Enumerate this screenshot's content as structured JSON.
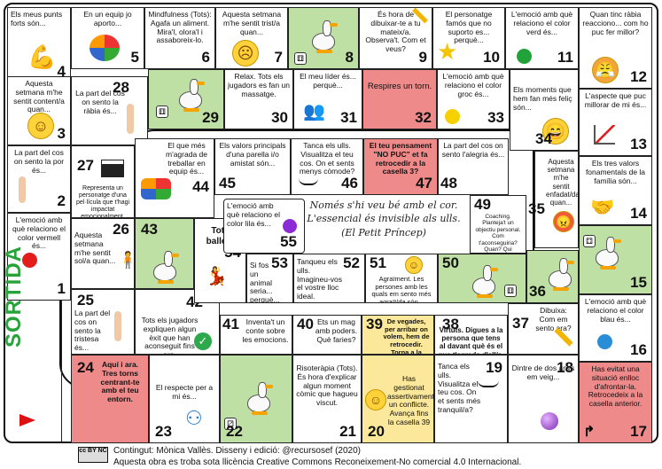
{
  "start_label": "SORTIDA",
  "center_quote": [
    "Només s'hi veu bé amb el cor.",
    "L'essencial és invisible als ulls.",
    "(El Petit Príncep)"
  ],
  "footer": {
    "cc_badge": "cc BY NC",
    "line1": "Contingut: Mònica Vallès. Disseny i edició: @recursosef (2020)",
    "line2": "Aquesta obra es troba sota llicència Creative Commons Reconeixement-No comercial 4.0 Internacional."
  },
  "colors": {
    "green": "#bfe0a4",
    "red": "#ef8a8a",
    "yellow": "#fbe89a",
    "start_green": "#27a33a"
  },
  "cells": {
    "c1": {
      "num": "1",
      "text": "L'emoció amb què relaciono el color vermell és..."
    },
    "c2": {
      "num": "2",
      "text": "La part del cos on sento la por és..."
    },
    "c3": {
      "num": "3",
      "text": "Aquesta setmana m'he sentit content/a quan..."
    },
    "c4": {
      "num": "4",
      "text": "Els meus punts forts són..."
    },
    "c5": {
      "num": "5",
      "text": "En un equip jo aporto..."
    },
    "c6": {
      "num": "6",
      "text": "Mindfulness (Tots): Agafa un aliment. Mira'l, olora'l i assaboreix-lo."
    },
    "c7": {
      "num": "7",
      "text": "Aquesta setmana m'he sentit trist/a quan..."
    },
    "c8": {
      "num": "8",
      "text": ""
    },
    "c9": {
      "num": "9",
      "text": "És hora de dibuixar-te a tu mateix/a. Observa't. Com et veus?"
    },
    "c10": {
      "num": "10",
      "text": "El personatge famós que no suporto es... perquè..."
    },
    "c11": {
      "num": "11",
      "text": "L'emoció amb què relaciono el color verd és..."
    },
    "c12": {
      "num": "12",
      "text": "Quan tinc ràbia reacciono... com ho puc fer millor?"
    },
    "c13": {
      "num": "13",
      "text": "L'aspecte que puc millorar de mi és..."
    },
    "c14": {
      "num": "14",
      "text": "Els tres valors fonamentals de la família són..."
    },
    "c15": {
      "num": "15",
      "text": ""
    },
    "c16": {
      "num": "16",
      "text": "L'emoció amb què relaciono el color blau és..."
    },
    "c17": {
      "num": "17",
      "text": "Has evitat una situació enlloc d'afrontar-la. Retrocedeix a la casella anterior."
    },
    "c18": {
      "num": "18",
      "text": "Dintre de dos anys em veig..."
    },
    "c19": {
      "num": "19",
      "text": "Tanca els ulls. Visualitza el teu cos. On et sents més tranquil/a?"
    },
    "c20": {
      "num": "20",
      "text": "Has gestionat assertivament un conflicte. Avança fins la casella 39"
    },
    "c21": {
      "num": "21",
      "text": "Risoteràpia (Tots). És hora d'explicar algun moment còmic que hagueu viscut."
    },
    "c22": {
      "num": "22",
      "text": ""
    },
    "c23": {
      "num": "23",
      "text": "El respecte per a mi és..."
    },
    "c24": {
      "num": "24",
      "text": "Aquí i ara. Tres torns centrant-te amb el teu entorn."
    },
    "c25": {
      "num": "25",
      "text": "La part del cos on sento la tristesa és..."
    },
    "c26": {
      "num": "26",
      "text": "Aquesta setmana m'he sentit sol/a quan..."
    },
    "c27": {
      "num": "27",
      "text": "Representa un personatge d'una pel·lícula que t'hagi impactat emocionalment."
    },
    "c28": {
      "num": "28",
      "text": "La part del cos on sento la ràbia és..."
    },
    "c29": {
      "num": "29",
      "text": ""
    },
    "c30": {
      "num": "30",
      "text": "Relax. Tots els jugadors es fan un massatge."
    },
    "c31": {
      "num": "31",
      "text": "El meu líder és... perquè..."
    },
    "c32": {
      "num": "32",
      "text": "Respires un torn."
    },
    "c33": {
      "num": "33",
      "text": "L'emoció amb què relaciono el color groc és..."
    },
    "c34": {
      "num": "34",
      "text": "Els moments que hem fan més feliç són..."
    },
    "c35": {
      "num": "35",
      "text": "Aquesta setmana m'he sentit enfadat/da quan..."
    },
    "c36": {
      "num": "36",
      "text": ""
    },
    "c37": {
      "num": "37",
      "text": "Dibuixa: Com em sento ara?"
    },
    "c38": {
      "num": "38",
      "text": "Virtuts. Digues a la persona que tens al davant què és el que t'agrada d'ell/a."
    },
    "c39": {
      "num": "39",
      "text": "De vegades, per arribar on volem, hem de retrocedir. Torna a la casella 20"
    },
    "c40": {
      "num": "40",
      "text": "Ets un mag amb poders. Què faries?"
    },
    "c41": {
      "num": "41",
      "text": "Inventa't un conte sobre les emocions."
    },
    "c42": {
      "num": "42",
      "text": "Tots els jugadors expliquen algun èxit que han aconseguit fins ara."
    },
    "c43": {
      "num": "43",
      "text": ""
    },
    "c44": {
      "num": "44",
      "text": "El que més m'agrada de treballar en equip és..."
    },
    "c45": {
      "num": "45",
      "text": "Els valors principals d'una parella i/o amistat són..."
    },
    "c46": {
      "num": "46",
      "text": "Tanca els ulls. Visualitza el teu cos. On et sents menys còmode?"
    },
    "c47": {
      "num": "47",
      "text": "El teu pensament \"NO PUC\" et fa retrocedir a la casella 3?"
    },
    "c48": {
      "num": "48",
      "text": "La part del cos on sento l'alegria és..."
    },
    "c49": {
      "num": "49",
      "text": "Coaching. Planteja't un objectiu personal. Com t'aconseguiria? Quan? Qui t'ajudarà?"
    },
    "c50": {
      "num": "50",
      "text": ""
    },
    "c51": {
      "num": "51",
      "text": "Agraïment. Les persones amb les quals em sento més agraït/da són..."
    },
    "c52": {
      "num": "52",
      "text": "Tanqueu els ulls. Imagineu-vos el vostre lloc ideal. Compartiu-ho."
    },
    "c53": {
      "num": "53",
      "text": "Si fos un animal seria... perquè..."
    },
    "c54": {
      "num": "54",
      "text": "Tots ballem"
    },
    "c55": {
      "num": "55",
      "text": "L'emoció amb què relaciono el color lila és..."
    }
  }
}
